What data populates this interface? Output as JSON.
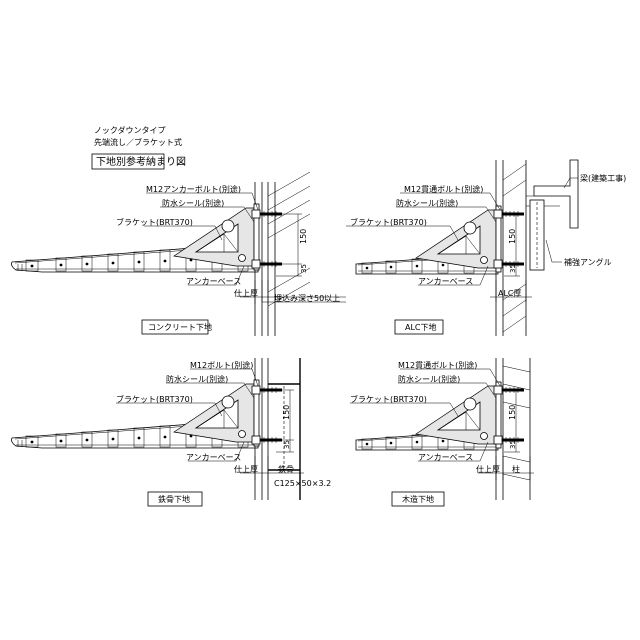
{
  "header": {
    "type_line1": "ノックダウンタイプ",
    "type_line2": "先端流し／ブラケット式",
    "section_title": "下地別参考納まり図"
  },
  "panels": {
    "concrete": {
      "caption": "コンクリート下地",
      "anchor_bolt": "M12アンカーボルト(別途)",
      "seal": "防水シール(別途)",
      "bracket": "ブラケット(BRT370)",
      "anchor_base": "アンカーベース",
      "finish_thickness": "仕上厚",
      "embed_depth": "埋込み深さ50以上",
      "dim_150": "150",
      "dim_35": "35"
    },
    "alc": {
      "caption": "ALC下地",
      "bolt": "M12貫通ボルト(別途)",
      "seal": "防水シール(別途)",
      "bracket": "ブラケット(BRT370)",
      "anchor_base": "アンカーベース",
      "beam": "梁(建築工事)",
      "reinforcing_angle": "補強アングル",
      "alc_thickness": "ALC厚",
      "dim_150": "150",
      "dim_35": "35"
    },
    "steel": {
      "caption": "鉄骨下地",
      "bolt": "M12ボルト(別途)",
      "seal": "防水シール(別途)",
      "bracket": "ブラケット(BRT370)",
      "anchor_base": "アンカーベース",
      "finish_thickness": "仕上厚",
      "steel_frame": "鉄骨",
      "channel_size": "C125×50×3.2",
      "dim_150": "150",
      "dim_35": "35"
    },
    "wood": {
      "caption": "木造下地",
      "bolt": "M12貫通ボルト(別途)",
      "seal": "防水シール(別途)",
      "bracket": "ブラケット(BRT370)",
      "anchor_base": "アンカーベース",
      "finish_thickness": "仕上厚",
      "pillar": "柱",
      "dim_150": "150",
      "dim_35": "35"
    }
  }
}
